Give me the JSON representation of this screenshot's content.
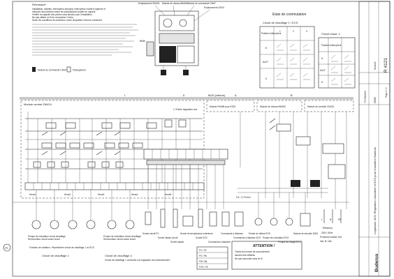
{
  "notes": {
    "title": "Remarque*",
    "lines": [
      "Installation, fusibles, interrupteur principal, interrupteur d'arrêt d'urgence et",
      "mesures de protection selon les prescriptions locales en vigueur.",
      "Vérifier la capacité des pièces sous tension pour l'installation.",
      "Ne pas utiliser ce fil de conduction 2 brins.",
      "Selon les conditions de protection, selon lesquelles il faut se conformer"
    ]
  },
  "controller": {
    "labels": [
      "Module de base BC10",
      "Module de réseau MM402",
      "Module de commande CM47",
      "Emplacement CM10",
      "Emplacement ZM424",
      "Module 1",
      "Régulateur de base"
    ],
    "side_label": "BMW",
    "legend_dark": "Module de commande CM10",
    "legend_light": "Passepartout"
  },
  "states": {
    "title": "Etats de commutation",
    "circuit1_title": "Circuit de chauffage 1 / ECS",
    "circuit2_title": "Circuit chauf. 2",
    "row_labels": [
      "Position interrupteur",
      "0",
      "AUT",
      "0"
    ],
    "col_labels": [
      "1",
      "2",
      "3"
    ]
  },
  "title_block": {
    "doc_number": "R 4121",
    "page": "Page 1 / 2",
    "subject": "Logamatic 4121 Régulation chaudière et ECS pour chaudière Buderus",
    "drawn_label": "Dessiné",
    "date": "7747011093",
    "revision": "63380",
    "manufacturer": "Buderus"
  },
  "bus": {
    "label": "BUS (interne)",
    "markers": [
      "I",
      "II",
      "A",
      "B"
    ]
  },
  "modules": [
    {
      "label": "Module central ZM424"
    },
    {
      "label": "Module FM458 pour KSE1"
    },
    {
      "label": "Module de réseau MM402"
    },
    {
      "label": "Module de contrôle CM431"
    }
  ],
  "terminal_groups": [
    {
      "label": "Hexa1"
    },
    {
      "label": "Hexa2"
    },
    {
      "label": "Hexa3"
    },
    {
      "label": "Hexa4"
    },
    {
      "label": "Hexa5"
    }
  ],
  "regulator_note": "1. Entrée régulateur aux",
  "bus_note": "0,5 - 0,75 mm²",
  "power": {
    "label": "Réseau",
    "spec": "230V, 50Hz",
    "terminals": [
      "L",
      "N",
      "PE"
    ],
    "note": "Protection fusible 10A",
    "sub": "Inst. fil: 16A"
  },
  "bottom_legend": {
    "devices": [
      "Pompe de circulation circuit chauffage",
      "Servomoteur circuit vanne chauf.",
      "Pompe de circulation circuit chauffage",
      "Servomoteur circuit vanne chauf.",
      "Sonde circuit FV",
      "Sonde départ circuit",
      "Sonde départ",
      "Sonde de température extérieure",
      "Sonde ECS",
      "Commande à distance",
      "Commande à distance",
      "Commande à distance ECS",
      "Entrée de défaut ECS",
      "Pompe de circulation ECS",
      "Pompe de charge ECS",
      "Module de sécurité DSM"
    ],
    "function_note": "Fonction de variation : Représenter circuit de chauffage 1 ou ECS",
    "circuit1_label": "Circuit de chauffage 1",
    "circuit2_label": "Circuit de chauffage 2",
    "circuit_ecs_note": "Circuit de chauffage 1 conforme à la régulation de fonctionnement",
    "attention_title": "ATTENTION !",
    "attention_lines": [
      "Toutes les bornes de raccordement",
      "doivent être utilisées",
      "Ne pas raccorder sans ce fil"
    ],
    "table_labels": [
      "FV / FZ",
      "FS / FB",
      "FW / ML",
      "FVS / FK"
    ]
  },
  "side_stamp": "FR"
}
